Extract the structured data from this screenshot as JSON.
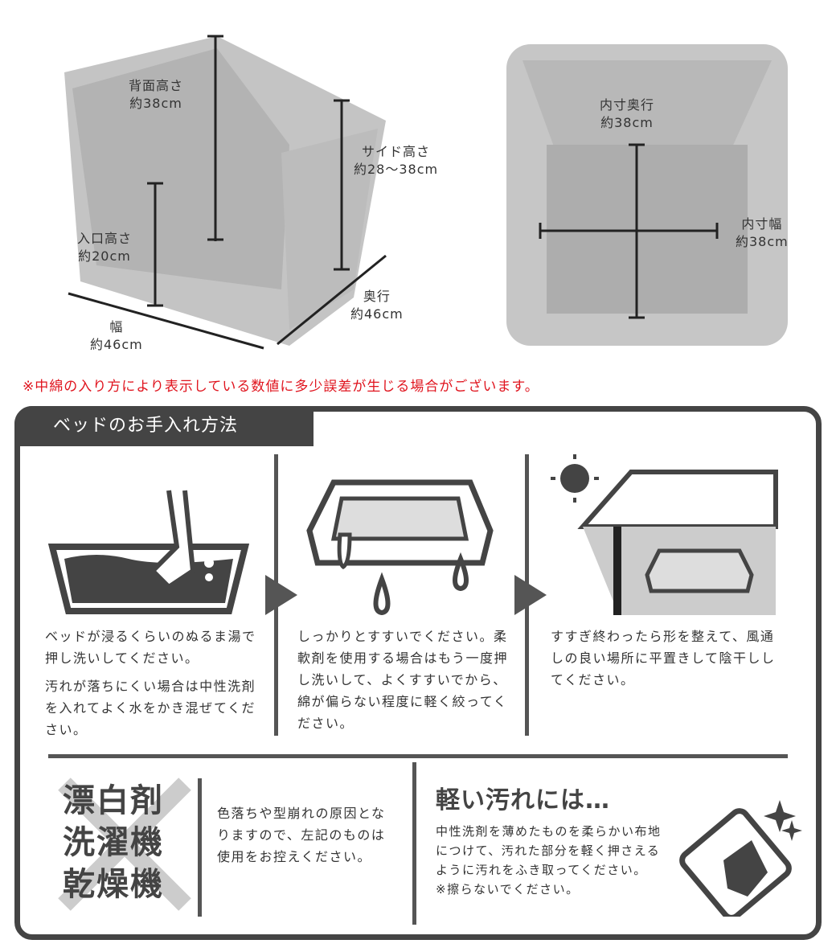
{
  "dimensions": {
    "back_height": {
      "label": "背面高さ",
      "value": "約38cm"
    },
    "side_height": {
      "label": "サイド高さ",
      "value": "約28〜38cm"
    },
    "entry_height": {
      "label": "入口高さ",
      "value": "約20cm"
    },
    "width": {
      "label": "幅",
      "value": "約46cm"
    },
    "depth": {
      "label": "奥行",
      "value": "約46cm"
    },
    "inner_depth": {
      "label": "内寸奥行",
      "value": "約38cm"
    },
    "inner_width": {
      "label": "内寸幅",
      "value": "約38cm"
    }
  },
  "note": "※中綿の入り方により表示している数値に多少誤差が生じる場合がございます。",
  "care": {
    "title": "ベッドのお手入れ方法",
    "steps": [
      {
        "p1": "ベッドが浸るくらいのぬるま湯で押し洗いしてください。",
        "p2": "汚れが落ちにくい場合は中性洗剤を入れてよく水をかき混ぜてください。"
      },
      {
        "p1": "しっかりとすすいでください。柔軟剤を使用する場合はもう一度押し洗いして、よくすすいでから、綿が偏らない程度に軽く絞ってください。"
      },
      {
        "p1": "すすぎ終わったら形を整えて、風通しの良い場所に平置きして陰干ししてください。"
      }
    ],
    "prohibited": [
      "漂白剤",
      "洗濯機",
      "乾燥機"
    ],
    "prohibited_text": "色落ちや型崩れの原因となりますので、左記のものは使用をお控えください。",
    "light_dirt_title": "軽い汚れには…",
    "light_dirt_text": "中性洗剤を薄めたものを柔らかい布地につけて、汚れた部分を軽く押さえるように汚れをふき取ってください。",
    "light_dirt_note": "※擦らないでください。"
  },
  "colors": {
    "accent_red": "#e0141e",
    "dark": "#444444",
    "product_gray": "#bdbdbd"
  }
}
